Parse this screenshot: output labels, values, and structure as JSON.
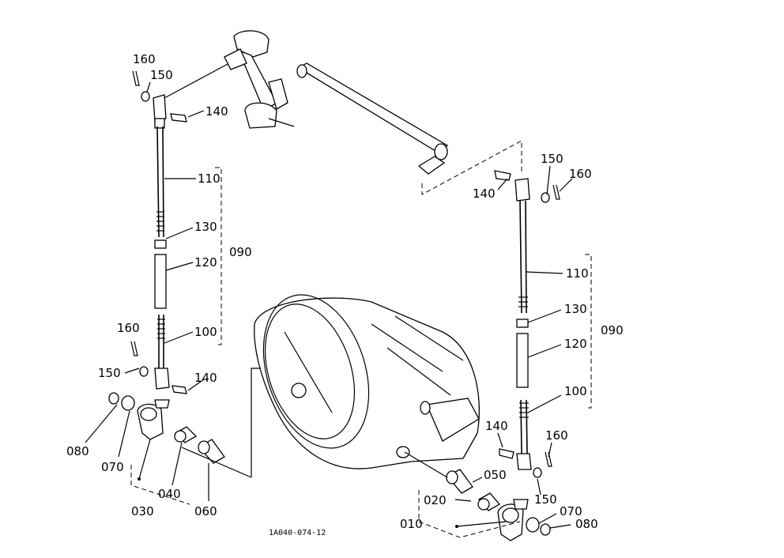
{
  "diagram": {
    "code": "1A040-074-12",
    "labels": {
      "l160a": "160",
      "l150a": "150",
      "l140a": "140",
      "l110a": "110",
      "l130a": "130",
      "l090a": "090",
      "l120a": "120",
      "l100a": "100",
      "l160b": "160",
      "l150b": "150",
      "l140b": "140",
      "l080a": "080",
      "l070a": "070",
      "l040": "040",
      "l030": "030",
      "l060": "060",
      "l150c": "150",
      "l160c": "160",
      "l140c": "140",
      "l110b": "110",
      "l130b": "130",
      "l090b": "090",
      "l120b": "120",
      "l100b": "100",
      "l140d": "140",
      "l160d": "160",
      "l050": "050",
      "l150d": "150",
      "l020": "020",
      "l070b": "070",
      "l010": "010",
      "l080b": "080"
    }
  }
}
